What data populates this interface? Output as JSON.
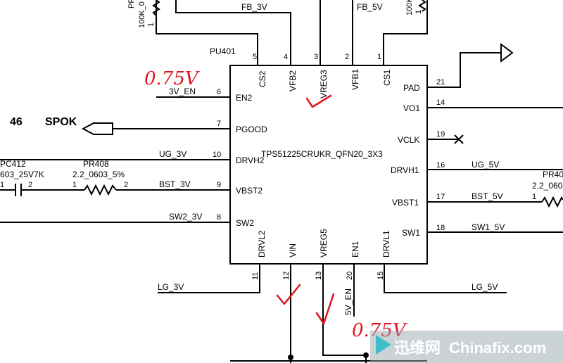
{
  "chip": {
    "ref": "PU401",
    "part": "TPS51225CRUKR_QFN20_3X3",
    "pins_top": [
      {
        "num": "5",
        "name": "CS2"
      },
      {
        "num": "4",
        "name": "VFB2"
      },
      {
        "num": "3",
        "name": "VREG3"
      },
      {
        "num": "2",
        "name": "VFB1"
      },
      {
        "num": "1",
        "name": "CS1"
      }
    ],
    "pins_left": [
      {
        "num": "6",
        "name": "EN2",
        "net": "3V_EN"
      },
      {
        "num": "7",
        "name": "PGOOD",
        "net": ""
      },
      {
        "num": "10",
        "name": "DRVH2",
        "net": "UG_3V"
      },
      {
        "num": "9",
        "name": "VBST2",
        "net": "BST_3V"
      },
      {
        "num": "8",
        "name": "SW2",
        "net": "SW2_3V"
      }
    ],
    "pins_right": [
      {
        "num": "21",
        "name": "PAD",
        "net": ""
      },
      {
        "num": "14",
        "name": "VO1",
        "net": ""
      },
      {
        "num": "19",
        "name": "VCLK",
        "net": ""
      },
      {
        "num": "16",
        "name": "DRVH1",
        "net": "UG_5V"
      },
      {
        "num": "17",
        "name": "VBST1",
        "net": "BST_5V"
      },
      {
        "num": "18",
        "name": "SW1",
        "net": "SW1_5V"
      }
    ],
    "pins_bottom": [
      {
        "num": "11",
        "name": "DRVL2",
        "net": "LG_3V"
      },
      {
        "num": "12",
        "name": "VIN",
        "net": ""
      },
      {
        "num": "13",
        "name": "VREG5",
        "net": ""
      },
      {
        "num": "20",
        "name": "EN1",
        "net": "5V_EN"
      },
      {
        "num": "15",
        "name": "DRVL1",
        "net": "LG_5V"
      }
    ]
  },
  "nets": {
    "fb3v": "FB_3V",
    "fb5v": "FB_5V"
  },
  "left_parts": {
    "pc412": "PC412",
    "pc412_value": "603_25V7K",
    "pc412_pin1": "1",
    "pc412_pin2": "2",
    "pr408": "PR408",
    "pr408_value": "2.2_0603_5%",
    "pr408_pin1": "1",
    "pr408_pin2": "2"
  },
  "right_parts": {
    "pr40x": "PR40",
    "pr40x_value": "2.2_060",
    "pr40x_pin1": "1"
  },
  "top_parts": {
    "left_res_ref": "PR",
    "left_res_value": "100K_0",
    "left_res_pin": "1",
    "right_res_value": "100K",
    "right_res_pin": "1"
  },
  "spok": {
    "page": "46",
    "label": "SPOK"
  },
  "annotations": {
    "vfb2_voltage": "0.75V",
    "en1_voltage": "0.75V"
  },
  "watermark": {
    "cn": "迅维网",
    "en": "Chinafix.com"
  }
}
